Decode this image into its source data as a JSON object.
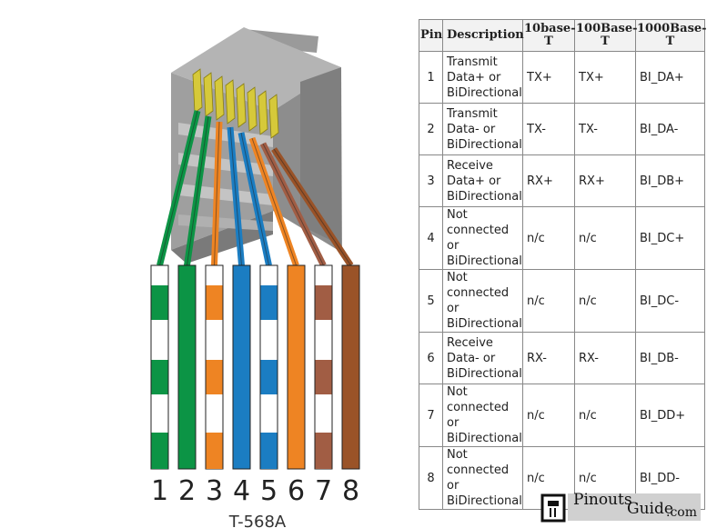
{
  "diagram": {
    "caption": "T-568A",
    "pin_numbers": [
      "1",
      "2",
      "3",
      "4",
      "5",
      "6",
      "7",
      "8"
    ],
    "wires": [
      {
        "pin": "1",
        "color": "#0c9445",
        "striped": true
      },
      {
        "pin": "2",
        "color": "#0c9445",
        "striped": false
      },
      {
        "pin": "3",
        "color": "#ee8423",
        "striped": true
      },
      {
        "pin": "4",
        "color": "#1b7dc2",
        "striped": false
      },
      {
        "pin": "5",
        "color": "#1b7dc2",
        "striped": true
      },
      {
        "pin": "6",
        "color": "#ee8423",
        "striped": false
      },
      {
        "pin": "7",
        "color": "#a15d44",
        "striped": true
      },
      {
        "pin": "8",
        "color": "#9a5328",
        "striped": false
      }
    ]
  },
  "table": {
    "headers": {
      "pin": "Pin",
      "description": "Description",
      "base10": [
        "10base-",
        "T"
      ],
      "base100": [
        "100Base-",
        "T"
      ],
      "base1000": [
        "1000Base-",
        "T"
      ]
    },
    "rows": [
      {
        "pin": "1",
        "desc": [
          "Transmit",
          "Data+ or",
          "BiDirectional"
        ],
        "t10": "TX+",
        "t100": "TX+",
        "t1000": "BI_DA+"
      },
      {
        "pin": "2",
        "desc": [
          "Transmit",
          "Data- or",
          "BiDirectional"
        ],
        "t10": "TX-",
        "t100": "TX-",
        "t1000": "BI_DA-"
      },
      {
        "pin": "3",
        "desc": [
          "Receive",
          "Data+ or",
          "BiDirectional"
        ],
        "t10": "RX+",
        "t100": "RX+",
        "t1000": "BI_DB+"
      },
      {
        "pin": "4",
        "desc": [
          "Not",
          "connected or",
          "BiDirectional"
        ],
        "t10": "n/c",
        "t100": "n/c",
        "t1000": "BI_DC+"
      },
      {
        "pin": "5",
        "desc": [
          "Not",
          "connected or",
          "BiDirectional"
        ],
        "t10": "n/c",
        "t100": "n/c",
        "t1000": "BI_DC-"
      },
      {
        "pin": "6",
        "desc": [
          "Receive",
          "Data- or",
          "BiDirectional"
        ],
        "t10": "RX-",
        "t100": "RX-",
        "t1000": "BI_DB-"
      },
      {
        "pin": "7",
        "desc": [
          "Not",
          "connected or",
          "BiDirectional"
        ],
        "t10": "n/c",
        "t100": "n/c",
        "t1000": "BI_DD+"
      },
      {
        "pin": "8",
        "desc": [
          "Not",
          "connected or",
          "BiDirectional"
        ],
        "t10": "n/c",
        "t100": "n/c",
        "t1000": "BI_DD-"
      }
    ]
  },
  "brand": {
    "word1": "Pinouts",
    "word2": "Guide",
    "word3": ".com",
    "icon": "connector-logo-icon"
  }
}
